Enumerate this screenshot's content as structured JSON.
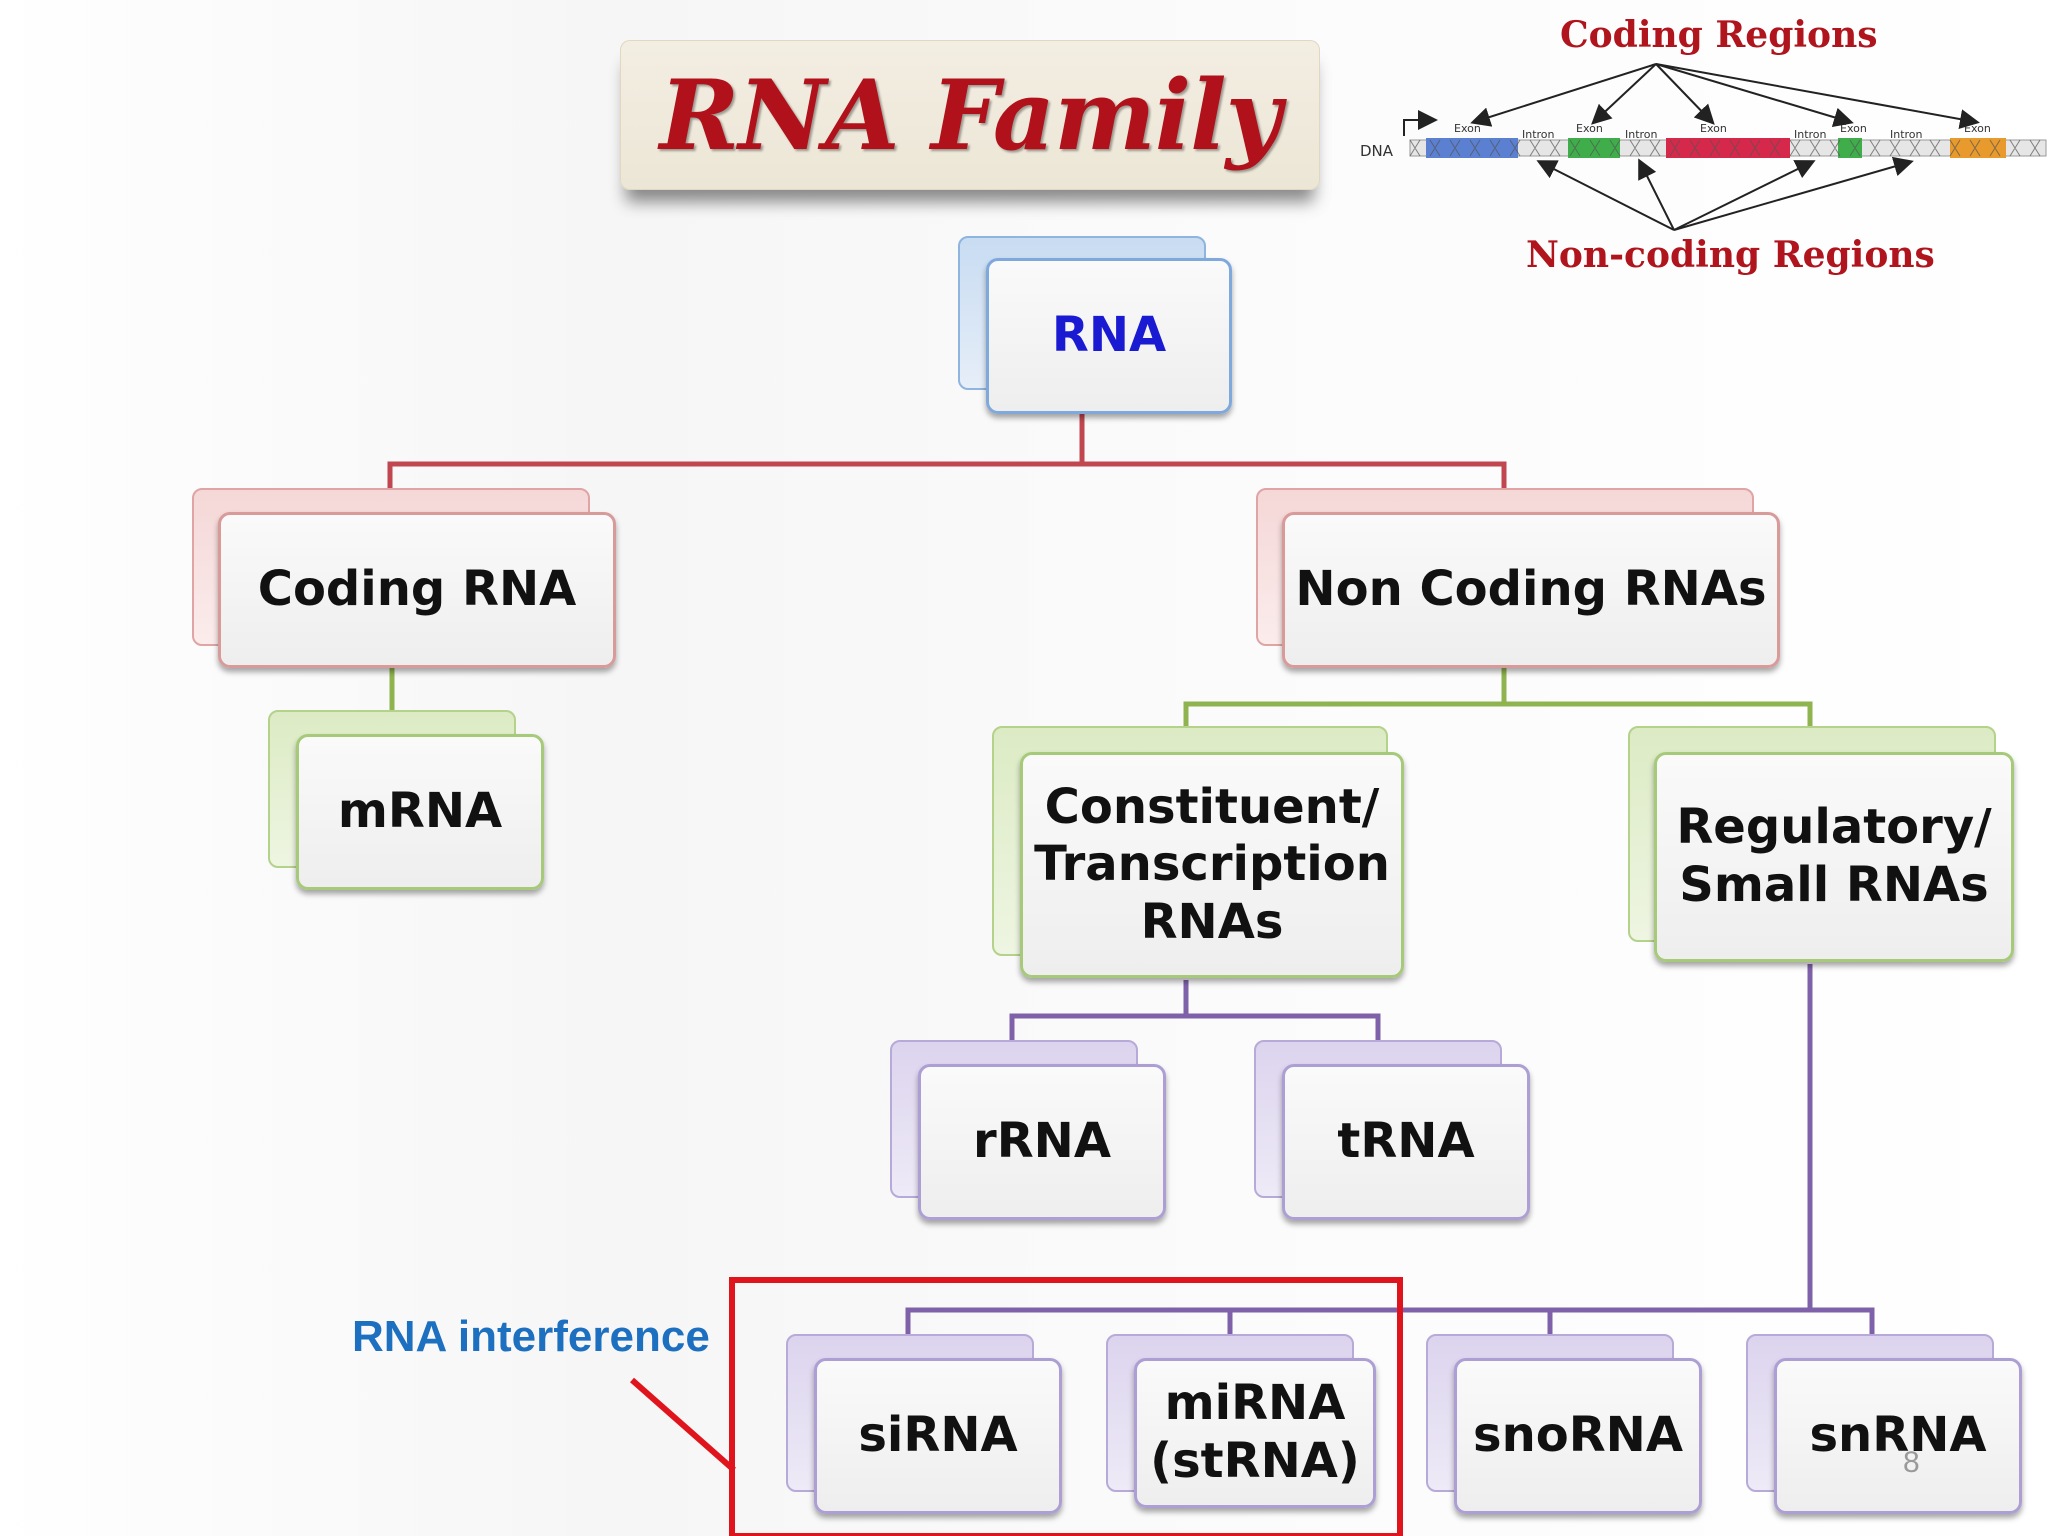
{
  "title": "RNA Family",
  "nodes": {
    "root": "RNA",
    "coding": "Coding RNA",
    "noncoding": "Non Coding RNAs",
    "mrna": "mRNA",
    "constituent": "Constituent/ Transcription RNAs",
    "regulatory": "Regulatory/ Small RNAs",
    "rrna": "rRNA",
    "trna": "tRNA",
    "sirna": "siRNA",
    "mirna": "miRNA (stRNA)",
    "snorna": "snoRNA",
    "snrna": "snRNA"
  },
  "annotation": "RNA interference",
  "page_number": "8",
  "dna_inset": {
    "coding_label": "Coding Regions",
    "noncoding_label": "Non-coding Regions",
    "dna_label": "DNA",
    "segments": [
      "Exon",
      "Intron",
      "Exon",
      "Intron",
      "Exon",
      "Intron",
      "Exon",
      "Intron",
      "Exon"
    ]
  },
  "colors": {
    "title": "#b0111a",
    "root_text": "#1a1ad2",
    "level1_lines": "#c0474f",
    "level2_lines": "#8fb34e",
    "level3_lines": "#7e61a8",
    "highlight_box": "#e0141c",
    "annotation": "#1d6fc0"
  }
}
